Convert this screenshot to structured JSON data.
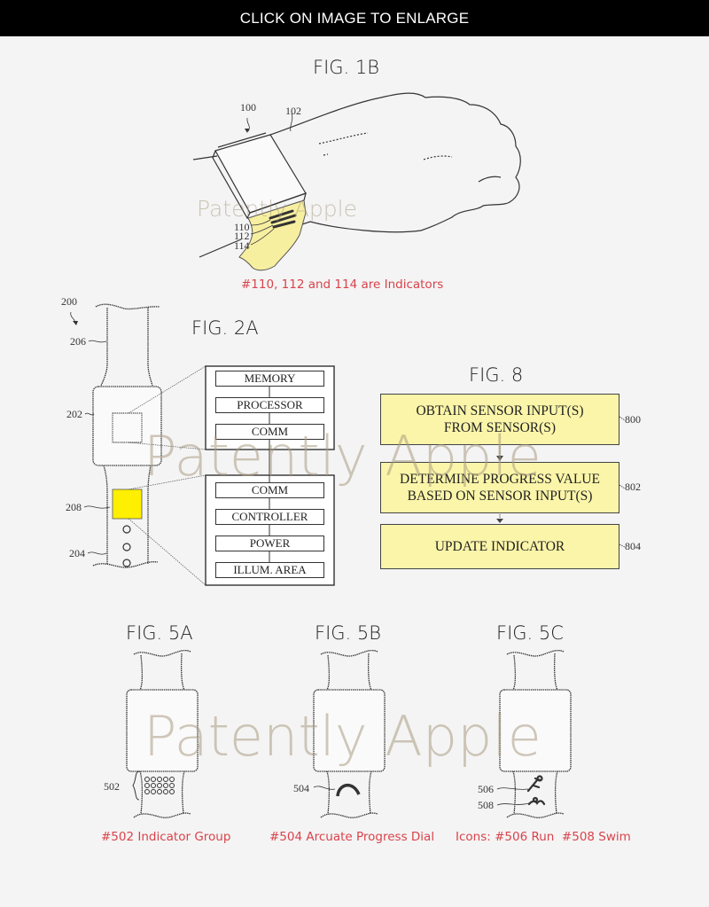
{
  "banner": {
    "text": "CLICK ON IMAGE TO ENLARGE"
  },
  "watermark": "Patently Apple",
  "fig1b": {
    "title": "FIG. 1B",
    "refs": [
      "100",
      "102",
      "110",
      "112",
      "114"
    ],
    "caption": "#110, 112 and 114 are Indicators"
  },
  "fig2a": {
    "title": "FIG. 2A",
    "refs": [
      "200",
      "206",
      "202",
      "208",
      "204"
    ],
    "upper_blocks": [
      "MEMORY",
      "PROCESSOR",
      "COMM"
    ],
    "lower_blocks": [
      "COMM",
      "CONTROLLER",
      "POWER",
      "ILLUM. AREA"
    ],
    "indicator_color": "#ffef00"
  },
  "fig8": {
    "title": "FIG. 8",
    "steps": [
      {
        "ref": "800",
        "line1": "OBTAIN SENSOR INPUT(S)",
        "line2": "FROM SENSOR(S)"
      },
      {
        "ref": "802",
        "line1": "DETERMINE PROGRESS VALUE",
        "line2": "BASED ON SENSOR INPUT(S)"
      },
      {
        "ref": "804",
        "line1": "UPDATE INDICATOR",
        "line2": ""
      }
    ],
    "box_color": "#fbf5a9"
  },
  "fig5a": {
    "title": "FIG. 5A",
    "ref": "502",
    "caption": "#502 Indicator Group"
  },
  "fig5b": {
    "title": "FIG. 5B",
    "ref": "504",
    "caption": "#504 Arcuate Progress Dial"
  },
  "fig5c": {
    "title": "FIG. 5C",
    "refs": [
      "506",
      "508"
    ],
    "caption": "Icons: #506 Run  #508 Swim"
  },
  "colors": {
    "caption": "#d9434b",
    "background": "#f4f4f4",
    "band_yellow": "#f7efa0"
  }
}
